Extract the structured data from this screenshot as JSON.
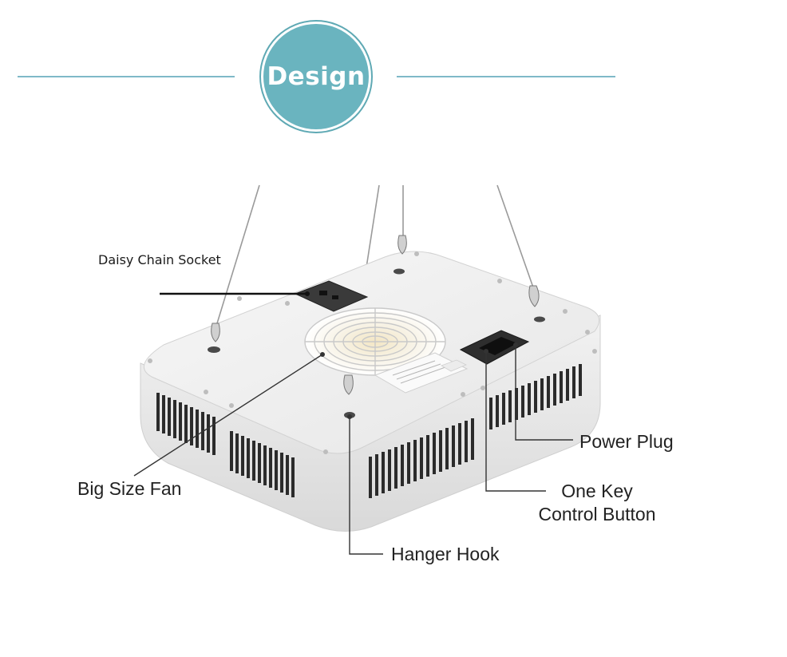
{
  "header": {
    "badge_text": "Design",
    "accent_color": "#6ab4bf",
    "rule_color": "#7fb9c8"
  },
  "product": {
    "image_name": "grow-light-panel-underside"
  },
  "callouts": {
    "daisy_chain": "Daisy Chain Socket",
    "fan": "Big Size Fan",
    "power_plug": "Power Plug",
    "one_key_line1": "One Key",
    "one_key_line2": "Control Button",
    "hanger_hook": "Hanger Hook"
  }
}
